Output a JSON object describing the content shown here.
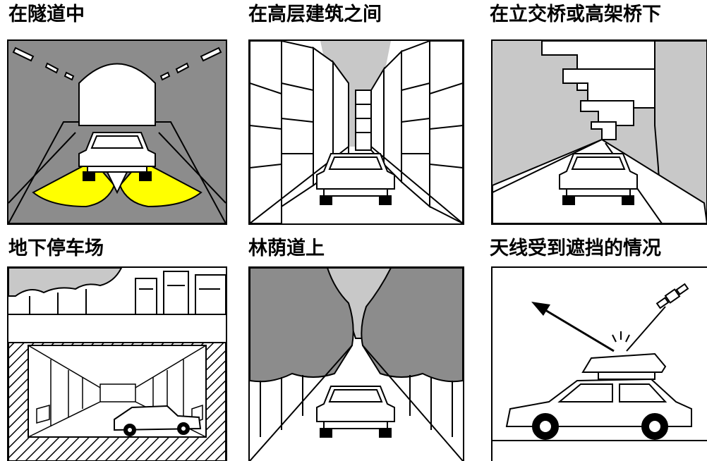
{
  "panels": [
    {
      "caption": "在隧道中",
      "scene": "tunnel"
    },
    {
      "caption": "在高层建筑之间",
      "scene": "high-rise-buildings"
    },
    {
      "caption": "在立交桥或高架桥下",
      "scene": "under-overpass"
    },
    {
      "caption": "地下停车场",
      "scene": "underground-parking"
    },
    {
      "caption": "林荫道上",
      "scene": "tree-lined-road"
    },
    {
      "caption": "天线受到遮挡的情况",
      "scene": "antenna-blocked"
    }
  ],
  "colors": {
    "wall_gray": "#8c8c8c",
    "light_gray": "#c8c8c8",
    "headlight_yellow": "#ffff00",
    "line": "#000000"
  }
}
